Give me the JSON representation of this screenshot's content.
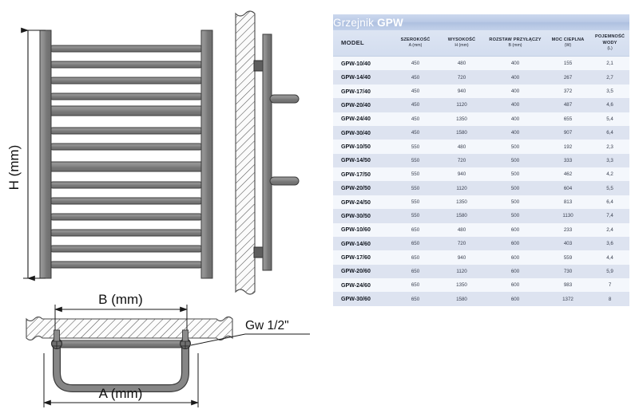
{
  "table": {
    "title_plain": "Grzejnik ",
    "title_bold": "GPW",
    "columns": [
      {
        "name": "MODEL",
        "unit": ""
      },
      {
        "name": "SZEROKOŚĆ",
        "unit": "A (mm)"
      },
      {
        "name": "WYSOKOŚĆ",
        "unit": "H (mm)"
      },
      {
        "name": "ROZSTAW PRZYŁĄCZY",
        "unit": "B (mm)"
      },
      {
        "name": "MOC CIEPLNA",
        "unit": "(W)"
      },
      {
        "name": "POJEMNOŚĆ WODY",
        "unit": "(L)"
      }
    ],
    "rows": [
      {
        "model": "GPW-10/40",
        "a": "450",
        "h": "480",
        "b": "400",
        "w": "155",
        "l": "2,1"
      },
      {
        "model": "GPW-14/40",
        "a": "450",
        "h": "720",
        "b": "400",
        "w": "267",
        "l": "2,7"
      },
      {
        "model": "GPW-17/40",
        "a": "450",
        "h": "940",
        "b": "400",
        "w": "372",
        "l": "3,5"
      },
      {
        "model": "GPW-20/40",
        "a": "450",
        "h": "1120",
        "b": "400",
        "w": "487",
        "l": "4,6"
      },
      {
        "model": "GPW-24/40",
        "a": "450",
        "h": "1350",
        "b": "400",
        "w": "655",
        "l": "5,4"
      },
      {
        "model": "GPW-30/40",
        "a": "450",
        "h": "1580",
        "b": "400",
        "w": "907",
        "l": "6,4"
      },
      {
        "model": "GPW-10/50",
        "a": "550",
        "h": "480",
        "b": "500",
        "w": "192",
        "l": "2,3"
      },
      {
        "model": "GPW-14/50",
        "a": "550",
        "h": "720",
        "b": "500",
        "w": "333",
        "l": "3,3"
      },
      {
        "model": "GPW-17/50",
        "a": "550",
        "h": "940",
        "b": "500",
        "w": "462",
        "l": "4,2"
      },
      {
        "model": "GPW-20/50",
        "a": "550",
        "h": "1120",
        "b": "500",
        "w": "604",
        "l": "5,5"
      },
      {
        "model": "GPW-24/50",
        "a": "550",
        "h": "1350",
        "b": "500",
        "w": "813",
        "l": "6,4"
      },
      {
        "model": "GPW-30/50",
        "a": "550",
        "h": "1580",
        "b": "500",
        "w": "1130",
        "l": "7,4"
      },
      {
        "model": "GPW-10/60",
        "a": "650",
        "h": "480",
        "b": "600",
        "w": "233",
        "l": "2,4"
      },
      {
        "model": "GPW-14/60",
        "a": "650",
        "h": "720",
        "b": "600",
        "w": "403",
        "l": "3,6"
      },
      {
        "model": "GPW-17/60",
        "a": "650",
        "h": "940",
        "b": "600",
        "w": "559",
        "l": "4,4"
      },
      {
        "model": "GPW-20/60",
        "a": "650",
        "h": "1120",
        "b": "600",
        "w": "730",
        "l": "5,9"
      },
      {
        "model": "GPW-24/60",
        "a": "650",
        "h": "1350",
        "b": "600",
        "w": "983",
        "l": "7"
      },
      {
        "model": "GPW-30/60",
        "a": "650",
        "h": "1580",
        "b": "600",
        "w": "1372",
        "l": "8"
      }
    ]
  },
  "drawing": {
    "label_height": "H (mm)",
    "label_spacing_b": "B (mm)",
    "label_width_a": "A (mm)",
    "label_thread": "Gw 1/2\""
  },
  "colors": {
    "header_blue": "#b9c9e5",
    "row_alt": "#dde3f0",
    "row_base": "#f4f7fc",
    "metal_fill": "#7f7f7f",
    "metal_stroke": "#3b3b3b",
    "line": "#1a1a1a"
  }
}
